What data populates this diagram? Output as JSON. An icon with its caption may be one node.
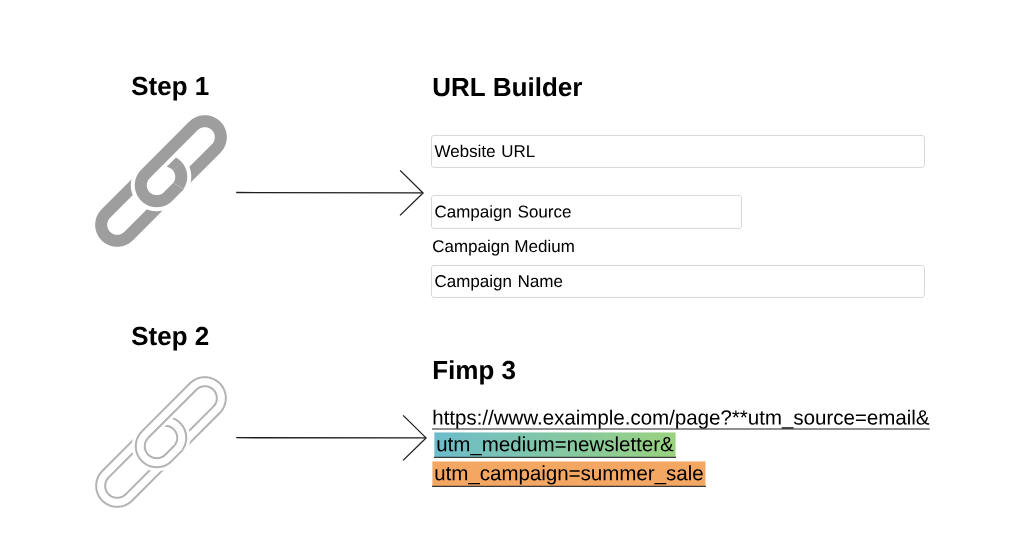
{
  "diagram": {
    "nodes": [
      {
        "text": [],
        "shape": "picture",
        "beside": [
          "Step 1"
        ]
      },
      {
        "text": [
          "Website URL"
        ]
      },
      {
        "text": [
          "Campaign Source"
        ]
      },
      {
        "text": [
          "Campaign Name"
        ]
      },
      {
        "text": [],
        "shape": "picture",
        "beside": [
          "Step 2"
        ]
      },
      {
        "text": [
          "utm_medium=newsletter&"
        ]
      },
      {
        "text": [
          "utm_campaign=summer_sale"
        ]
      }
    ],
    "edges": [
      {
        "from": 0,
        "to": 2,
        "arrow": "to"
      },
      {
        "from": 4,
        "to": 5,
        "arrow": "to"
      }
    ],
    "labels": [
      "URL Builder",
      "Campaign Medium",
      "Fimp 3",
      "https://www.exaimple.com/page?**utm_source=email&"
    ]
  }
}
